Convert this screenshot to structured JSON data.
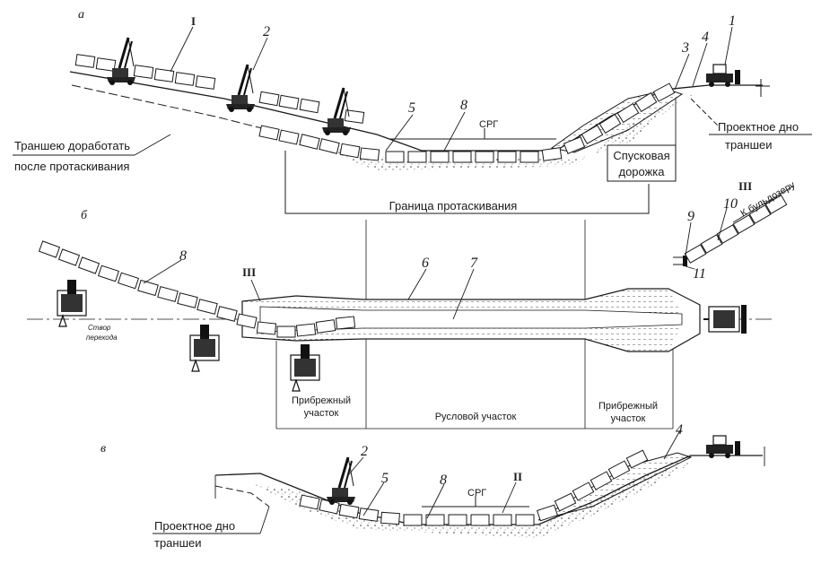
{
  "panels": {
    "a": "а",
    "b": "б",
    "c": "в"
  },
  "markers": {
    "n1": "1",
    "n2": "2",
    "n3": "3",
    "n4": "4",
    "n5": "5",
    "n6": "6",
    "n7": "7",
    "n8": "8",
    "n9": "9",
    "n10": "10",
    "n11": "11",
    "roman_1": "I",
    "roman_2": "II",
    "roman_3": "III"
  },
  "labels": {
    "trench_finish_line1": "Траншею доработать",
    "trench_finish_line2": "после протаскивания",
    "srg": "СРГ",
    "launch_track_line1": "Спусковая",
    "launch_track_line2": "дорожка",
    "design_bottom_line1": "Проектное дно",
    "design_bottom_line2": "траншеи",
    "pull_boundary": "Граница протаскивания",
    "to_bulldozer": "К бульдозеру",
    "crossing_line1": "Створ",
    "crossing_line2": "перехода",
    "shore_section_line1": "Прибрежный",
    "shore_section_line2": "участок",
    "channel_section": "Русловой участок"
  },
  "colors": {
    "ink": "#1a1a1a",
    "paper": "#ffffff"
  }
}
